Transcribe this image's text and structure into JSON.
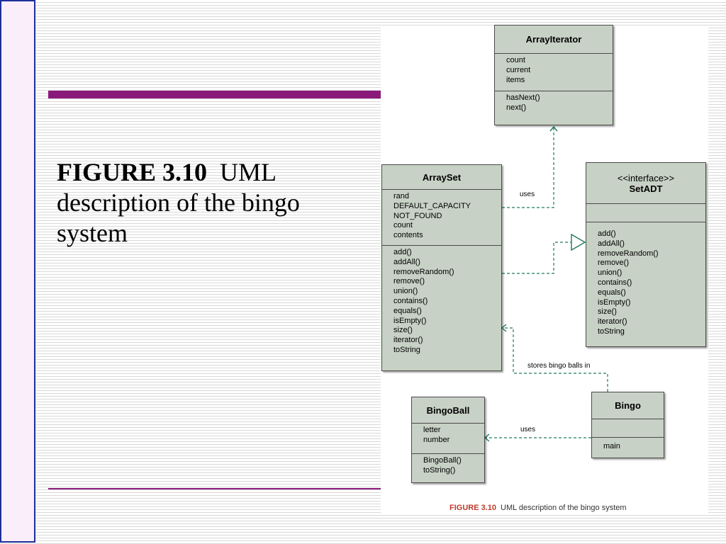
{
  "slide": {
    "title_label": "FIGURE 3.10",
    "title_text": "UML description of the bingo system"
  },
  "figure": {
    "caption_number": "FIGURE 3.10",
    "caption_text": "UML description of the bingo system",
    "classes": {
      "array_iterator": {
        "name": "ArrayIterator",
        "attributes": [
          "count",
          "current",
          "items"
        ],
        "methods": [
          "hasNext()",
          "next()"
        ]
      },
      "array_set": {
        "name": "ArraySet",
        "attributes": [
          "rand",
          "DEFAULT_CAPACITY",
          "NOT_FOUND",
          "count",
          "contents"
        ],
        "methods": [
          "add()",
          "addAll()",
          "removeRandom()",
          "remove()",
          "union()",
          "contains()",
          "equals()",
          "isEmpty()",
          "size()",
          "iterator()",
          "toString"
        ]
      },
      "set_adt": {
        "stereotype": "<<interface>>",
        "name": "SetADT",
        "attributes": [],
        "methods": [
          "add()",
          "addAll()",
          "removeRandom()",
          "remove()",
          "union()",
          "contains()",
          "equals()",
          "isEmpty()",
          "size()",
          "iterator()",
          "toString"
        ]
      },
      "bingo_ball": {
        "name": "BingoBall",
        "attributes": [
          "letter",
          "number"
        ],
        "methods": [
          "BingoBall()",
          "toString()"
        ]
      },
      "bingo": {
        "name": "Bingo",
        "attributes": [],
        "methods": [
          "main"
        ]
      }
    },
    "relations": {
      "arrayset_uses_iterator": "uses",
      "bingo_stores_in_arrayset": "stores bingo balls in",
      "bingo_uses_bingoball": "uses"
    },
    "colors": {
      "box_fill": "#c7d1c5",
      "connector": "#1f7a5c",
      "rule": "#8a1a7a",
      "side_border": "#1e2f9a"
    }
  }
}
